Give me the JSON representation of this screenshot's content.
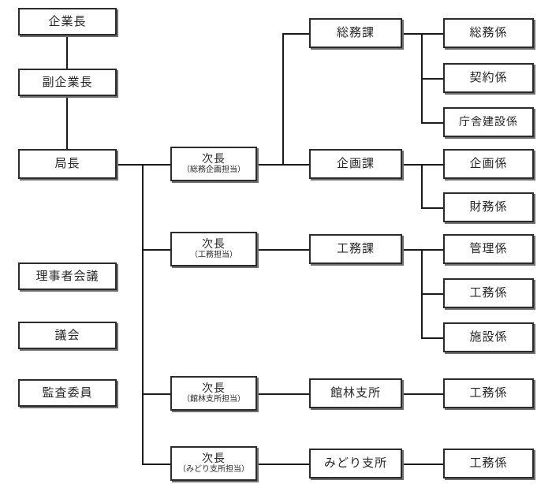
{
  "chart_title": "",
  "style": {
    "box_border_color": "#2b2b2b",
    "box_shadow_color": "#6f6f6f",
    "line_color": "#1b1b1b",
    "text_color": "#262626",
    "background": "#ffffff"
  },
  "nodes": {
    "kigyocho": {
      "label": "企業長"
    },
    "fukukigyocho": {
      "label": "副企業長"
    },
    "kyokucho": {
      "label": "局長"
    },
    "rijisha_kaigi": {
      "label": "理事者会議"
    },
    "gikai": {
      "label": "議会"
    },
    "kansa_iin": {
      "label": "監査委員"
    },
    "jicho_soumu": {
      "label": "次長",
      "sub": "（総務企画担当）"
    },
    "jicho_koumu": {
      "label": "次長",
      "sub": "（工務担当）"
    },
    "jicho_tatebayashi": {
      "label": "次長",
      "sub": "（館林支所担当）"
    },
    "jicho_midori": {
      "label": "次長",
      "sub": "（みどり支所担当）"
    },
    "soumuka": {
      "label": "総務課"
    },
    "kikakuka": {
      "label": "企画課"
    },
    "koumuka": {
      "label": "工務課"
    },
    "tatebayashi_sho": {
      "label": "館林支所"
    },
    "midori_sho": {
      "label": "みどり支所"
    },
    "soumugakari": {
      "label": "総務係"
    },
    "keiyakugakari": {
      "label": "契約係"
    },
    "chosha_kensetsu": {
      "label": "庁舎建設係"
    },
    "kikakugakari": {
      "label": "企画係"
    },
    "zaimugakari": {
      "label": "財務係"
    },
    "kanrigakari": {
      "label": "管理係"
    },
    "koumugakari_1": {
      "label": "工務係"
    },
    "shisetsugakari": {
      "label": "施設係"
    },
    "koumugakari_2": {
      "label": "工務係"
    },
    "koumugakari_3": {
      "label": "工務係"
    }
  }
}
